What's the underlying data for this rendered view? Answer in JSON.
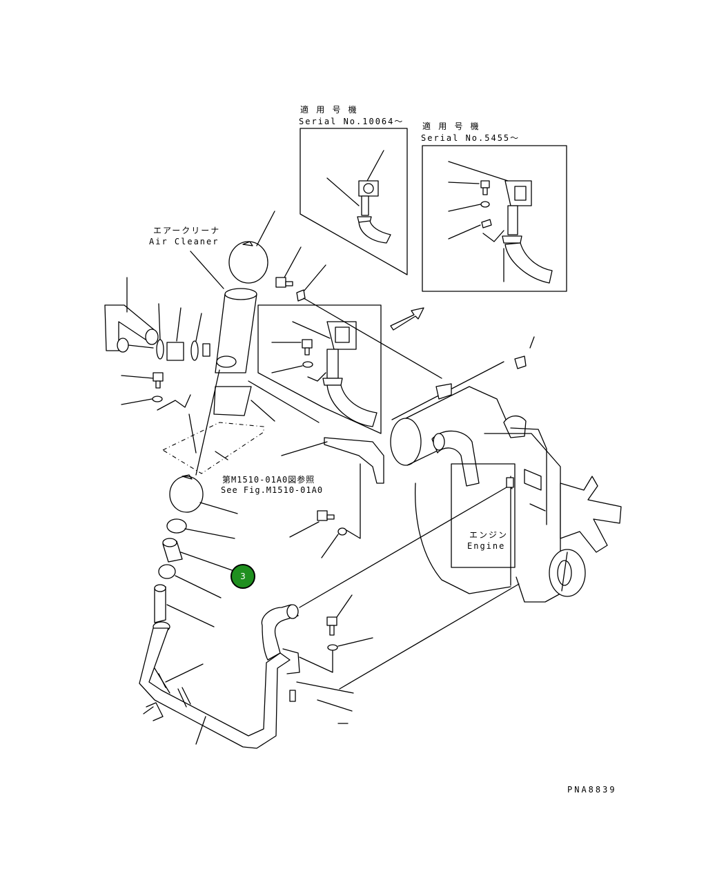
{
  "labels": {
    "serial_label_1_jp": "適 用 号 機",
    "serial_label_1_en": "Serial No.10064～",
    "serial_label_2_jp": "適 用 号 機",
    "serial_label_2_en": "Serial No.5455～",
    "air_cleaner_jp": "エアークリーナ",
    "air_cleaner_en": "Air Cleaner",
    "see_fig_jp": "第M1510-01A0図参照",
    "see_fig_en": "See Fig.M1510-01A0",
    "engine_jp": "エンジン",
    "engine_en": "Engine",
    "drawing_number": "PNA8839"
  },
  "callouts": [
    {
      "id": "callout-3",
      "text": "3",
      "color": "#1f8f1f"
    }
  ],
  "colors": {
    "line": "#000000",
    "background": "#ffffff",
    "callout": "#1f8f1f"
  }
}
